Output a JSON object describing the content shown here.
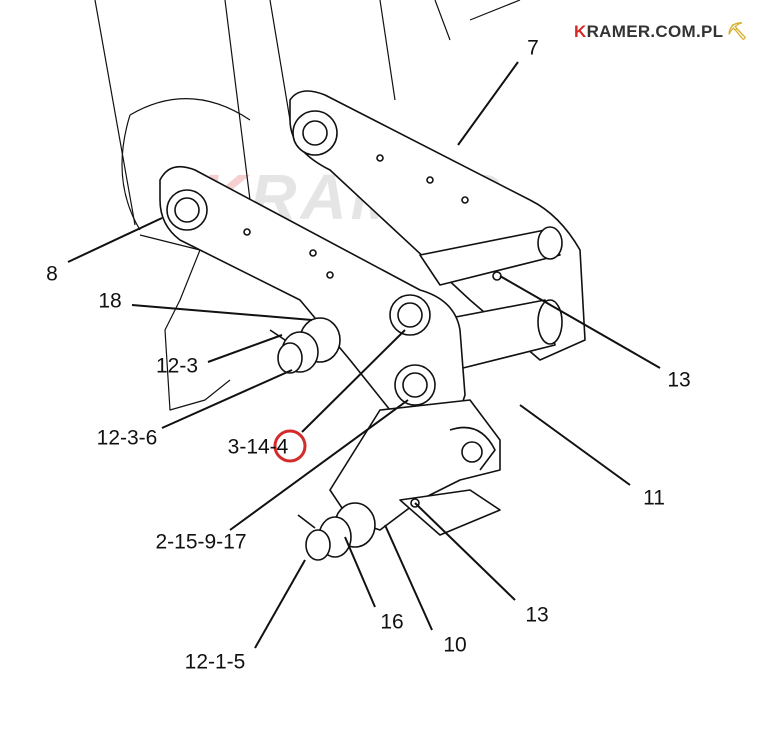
{
  "logo": {
    "k": "K",
    "rest": "RAMER.COM.PL"
  },
  "watermark": {
    "k": "K",
    "rest": "RAMER"
  },
  "callouts": {
    "c7": "7",
    "c8": "8",
    "c18": "18",
    "c12_3": "12-3",
    "c12_3_6": "12-3-6",
    "c3_14_4": "3-14-4",
    "c13_top": "13",
    "c11": "11",
    "c2_15_9_17": "2-15-9-17",
    "c13_bottom": "13",
    "c16": "16",
    "c10": "10",
    "c12_1_5": "12-1-5"
  },
  "highlight_color": "#d42a2a"
}
